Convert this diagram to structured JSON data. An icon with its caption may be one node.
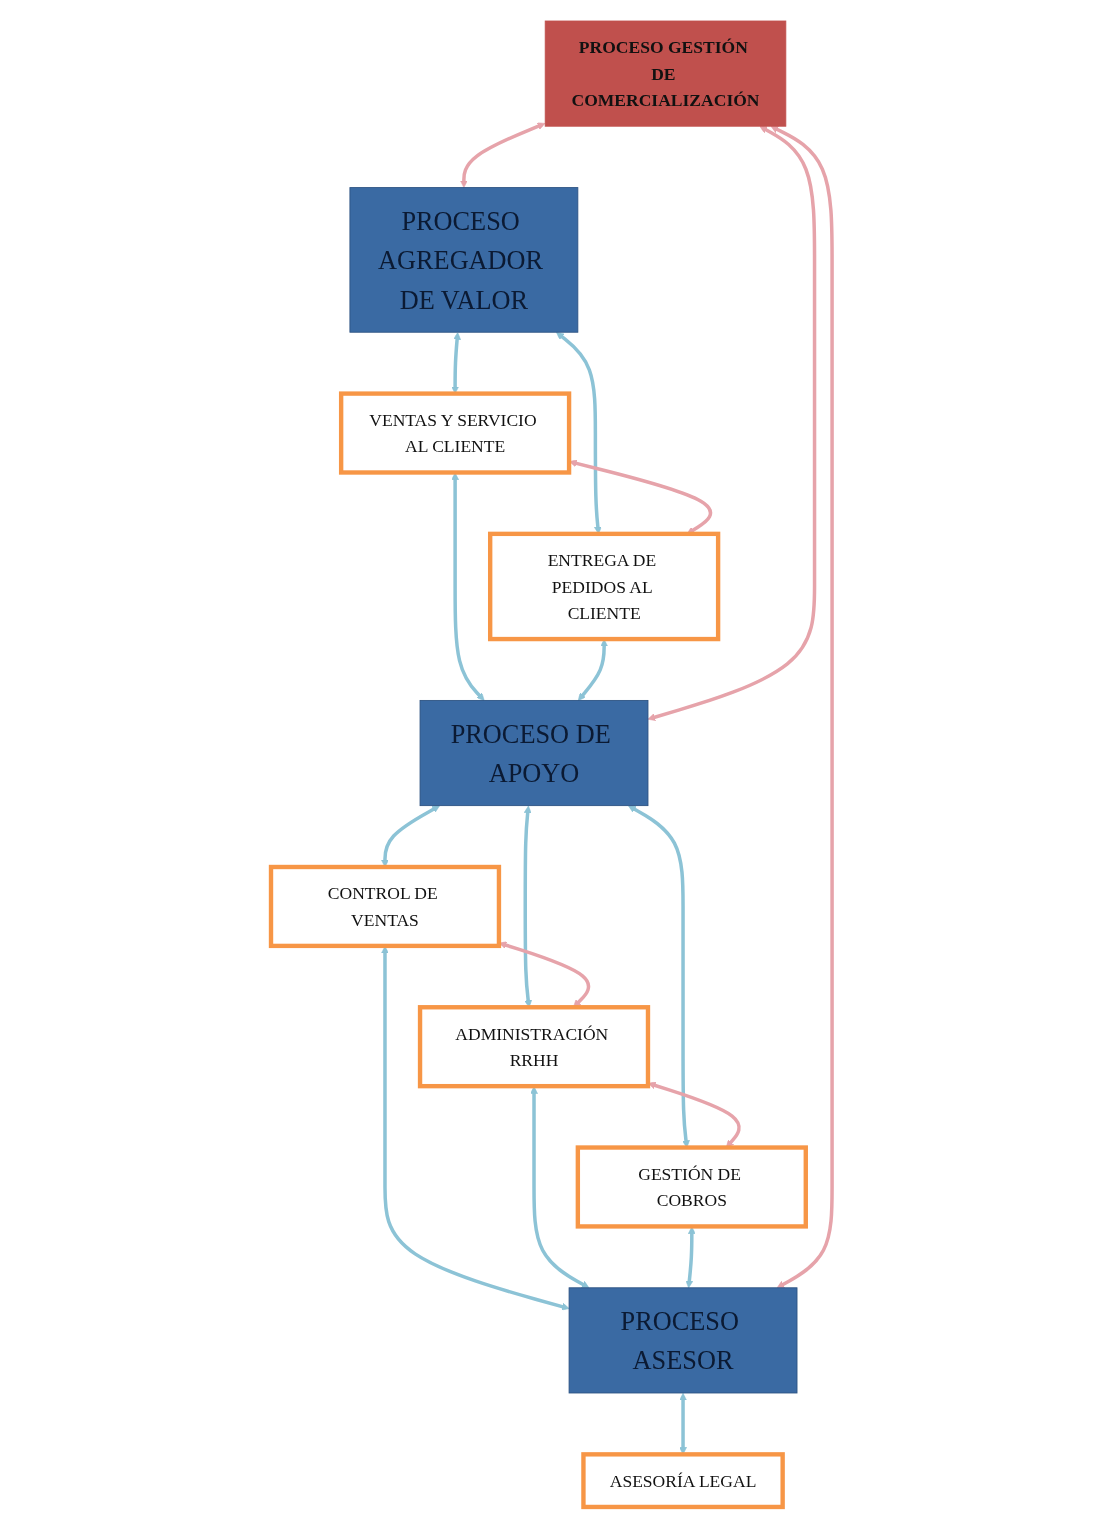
{
  "diagram": {
    "nodes": [
      {
        "text": [
          "PROCESO GESTIÓN DE COMERCIALIZACIÓN"
        ]
      },
      {
        "text": [
          "PROCESO AGREGADOR DE VALOR"
        ]
      },
      {
        "text": [
          "VENTAS Y SERVICIO AL CLIENTE"
        ]
      },
      {
        "text": [
          "ENTREGA DE PEDIDOS AL CLIENTE"
        ]
      },
      {
        "text": [
          "PROCESO DE APOYO"
        ]
      },
      {
        "text": [
          "CONTROL DE VENTAS"
        ]
      },
      {
        "text": [
          "ADMINISTRACIÓN RRHH"
        ]
      },
      {
        "text": [
          "GESTIÓN DE COBROS"
        ]
      },
      {
        "text": [
          "PROCESO ASESOR"
        ]
      },
      {
        "text": [
          "ASESORÍA LEGAL"
        ]
      }
    ],
    "edges": [
      {
        "from": 0,
        "to": 1,
        "arrow": "both",
        "color": "#e6a3aa"
      },
      {
        "from": 1,
        "to": 2,
        "arrow": "both"
      },
      {
        "from": 1,
        "to": 3,
        "arrow": "both"
      },
      {
        "from": 2,
        "to": 3,
        "arrow": "both",
        "color": "#e6a3aa"
      },
      {
        "from": 2,
        "to": 4,
        "arrow": "both"
      },
      {
        "from": 3,
        "to": 4,
        "arrow": "both"
      },
      {
        "from": 0,
        "to": 4,
        "arrow": "both",
        "color": "#e6a3aa"
      },
      {
        "from": 4,
        "to": 5,
        "arrow": "both"
      },
      {
        "from": 4,
        "to": 6,
        "arrow": "both"
      },
      {
        "from": 4,
        "to": 7,
        "arrow": "both"
      },
      {
        "from": 5,
        "to": 6,
        "arrow": "both",
        "color": "#e6a3aa"
      },
      {
        "from": 6,
        "to": 7,
        "arrow": "both",
        "color": "#e6a3aa"
      },
      {
        "from": 5,
        "to": 8,
        "arrow": "both"
      },
      {
        "from": 6,
        "to": 8,
        "arrow": "both"
      },
      {
        "from": 7,
        "to": 8,
        "arrow": "both"
      },
      {
        "from": 0,
        "to": 8,
        "arrow": "both",
        "color": "#e6a3aa"
      },
      {
        "from": 8,
        "to": 9,
        "arrow": "both"
      }
    ]
  }
}
